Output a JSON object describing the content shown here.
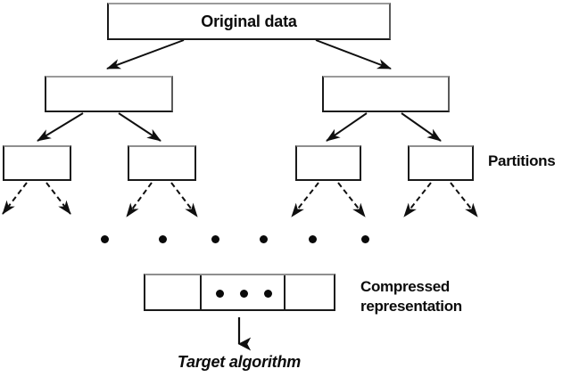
{
  "diagram": {
    "title_text": "Original data",
    "nodes": {
      "root": {
        "label": "Original data"
      },
      "mid_left": {
        "label": ""
      },
      "mid_right": {
        "label": ""
      },
      "partition_1": {
        "label": ""
      },
      "partition_2": {
        "label": ""
      },
      "partition_3": {
        "label": ""
      },
      "partition_4": {
        "label": ""
      }
    },
    "labels": {
      "partitions": "Partitions",
      "compressed_line1": "Compressed",
      "compressed_line2": "representation",
      "target_algorithm": "Target algorithm"
    },
    "ellipsis": {
      "row_dot_count": 6,
      "compressed_dot_count": 3
    },
    "colors": {
      "stroke": "#1a1a1a",
      "fill": "#ffffff",
      "text": "#0b0b0b",
      "dot": "#0a0a0a",
      "box_top_edge": "#8f8f8f"
    },
    "edges": {
      "solid_count": 6,
      "dashed_count": 8,
      "final_arrow": "down"
    }
  }
}
